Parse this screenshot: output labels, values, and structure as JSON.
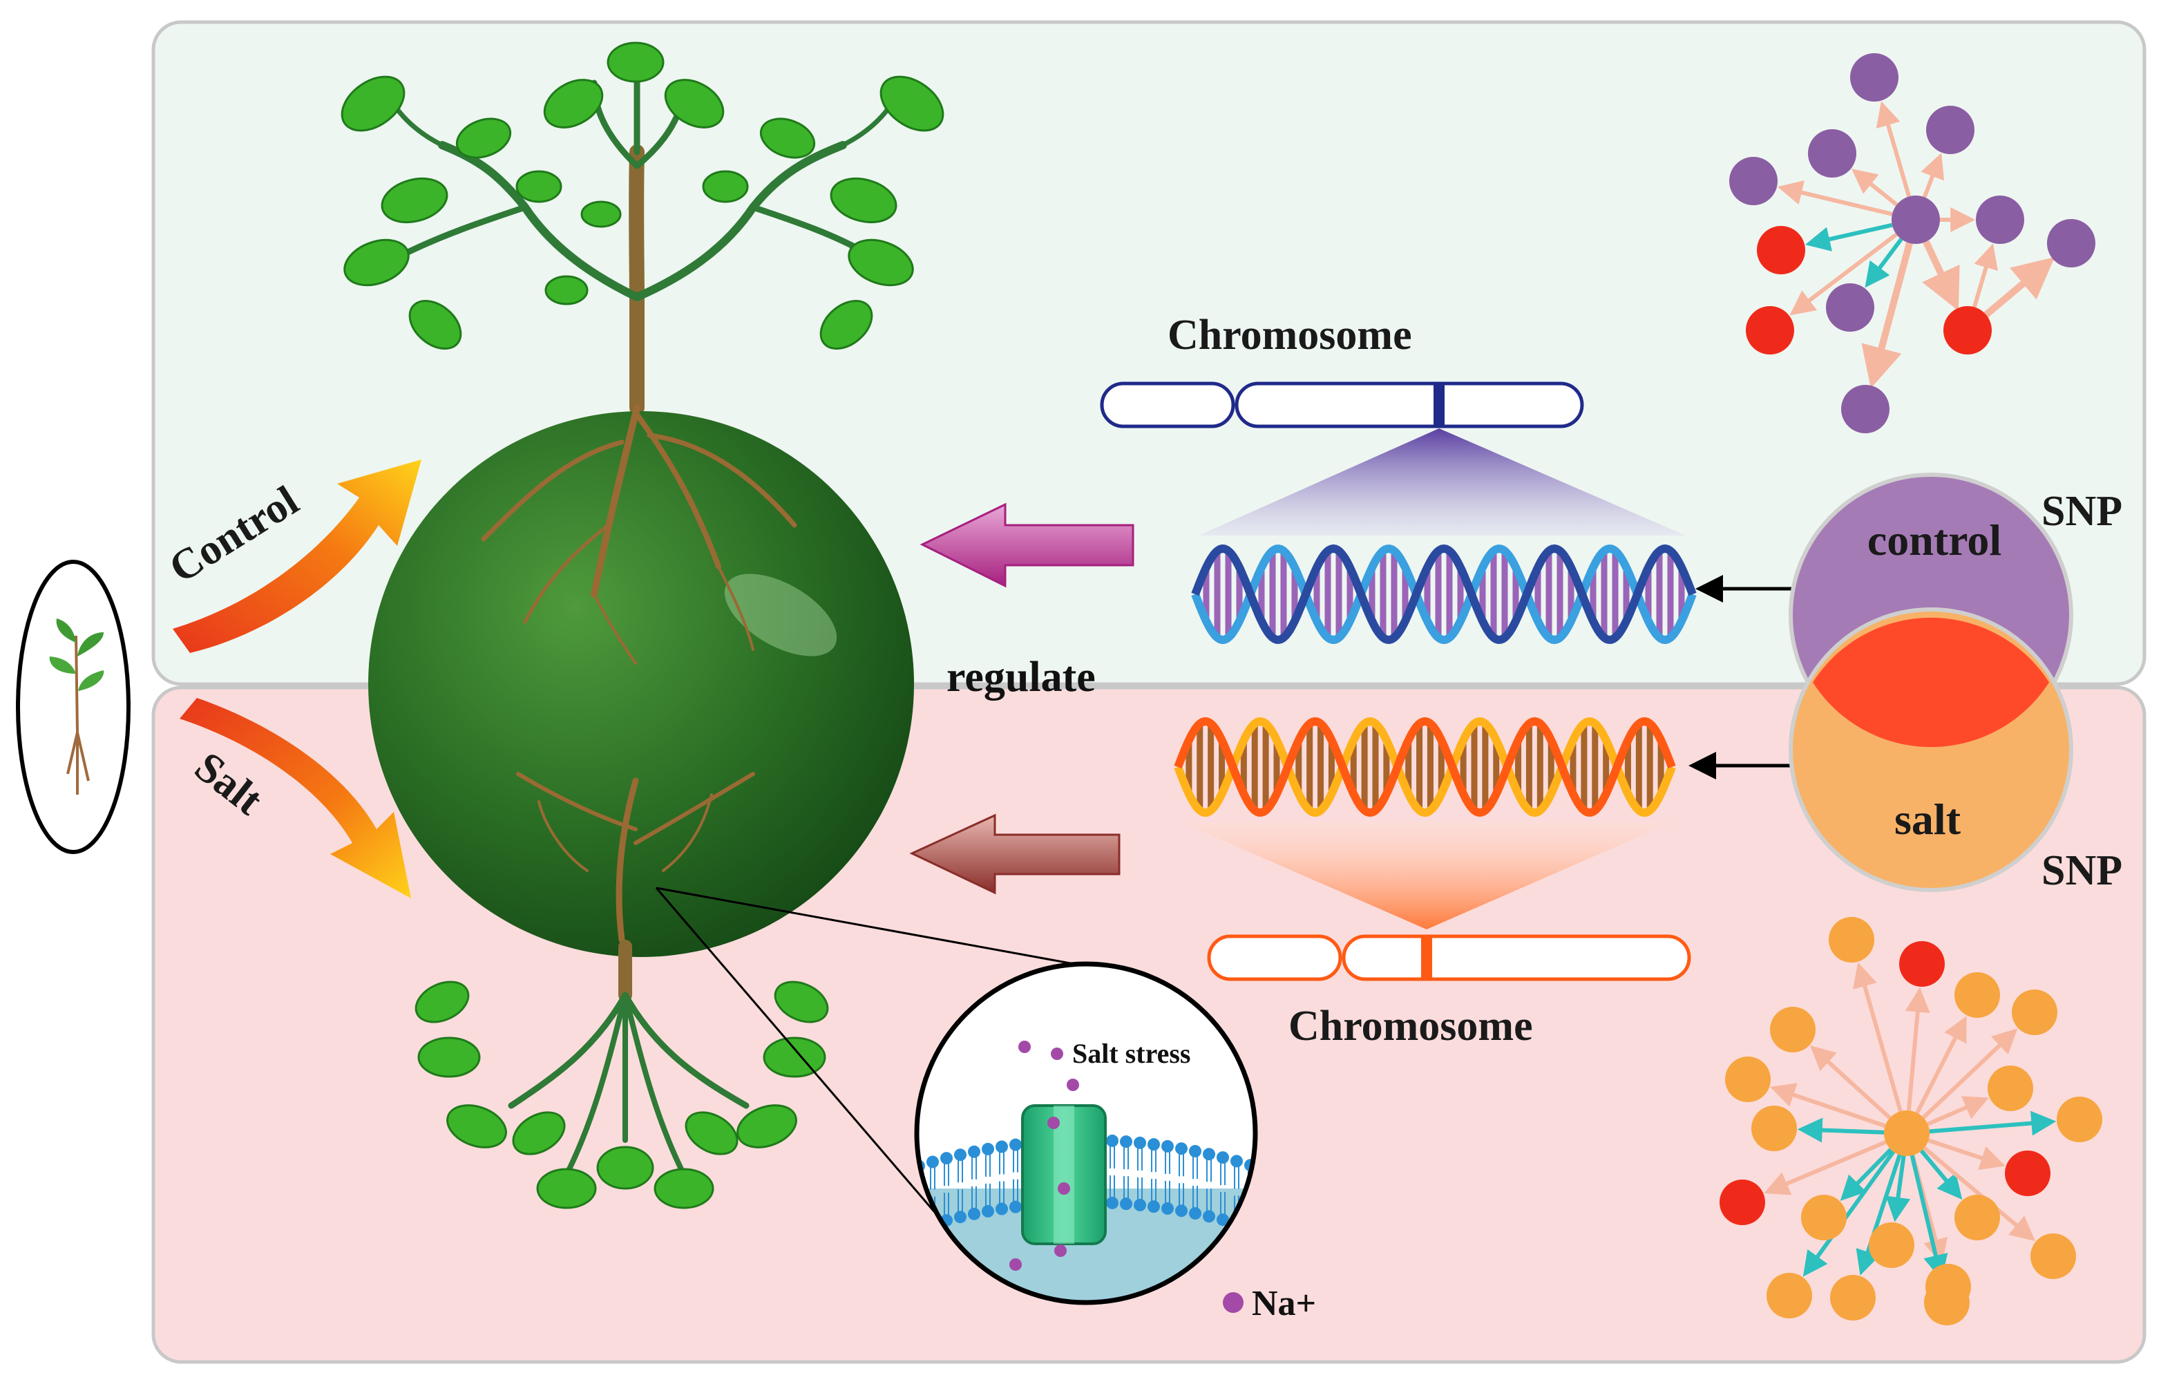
{
  "labels": {
    "control_arrow": "Control",
    "salt_arrow": "Salt",
    "regulate": "regulate",
    "chromosome_top": "Chromosome",
    "chromosome_bottom": "Chromosome",
    "snp_top": "SNP",
    "snp_bottom": "SNP",
    "venn_control": "control",
    "venn_salt": "salt",
    "salt_stress": "Salt stress",
    "na_ion": "Na+"
  },
  "colors": {
    "control_panel": "#eef6f1",
    "salt_panel": "#fbdcdc",
    "venn_control": "#a57bb5",
    "venn_salt": "#f8b267",
    "venn_overlap": "#ff4a2a",
    "network_purple": "#8a5ea3",
    "network_orange": "#f7a540",
    "network_red": "#f02a1a",
    "globe_green": "#2f7a2a",
    "root_brown": "#9a6a34",
    "leaf_green": "#38b52c"
  }
}
